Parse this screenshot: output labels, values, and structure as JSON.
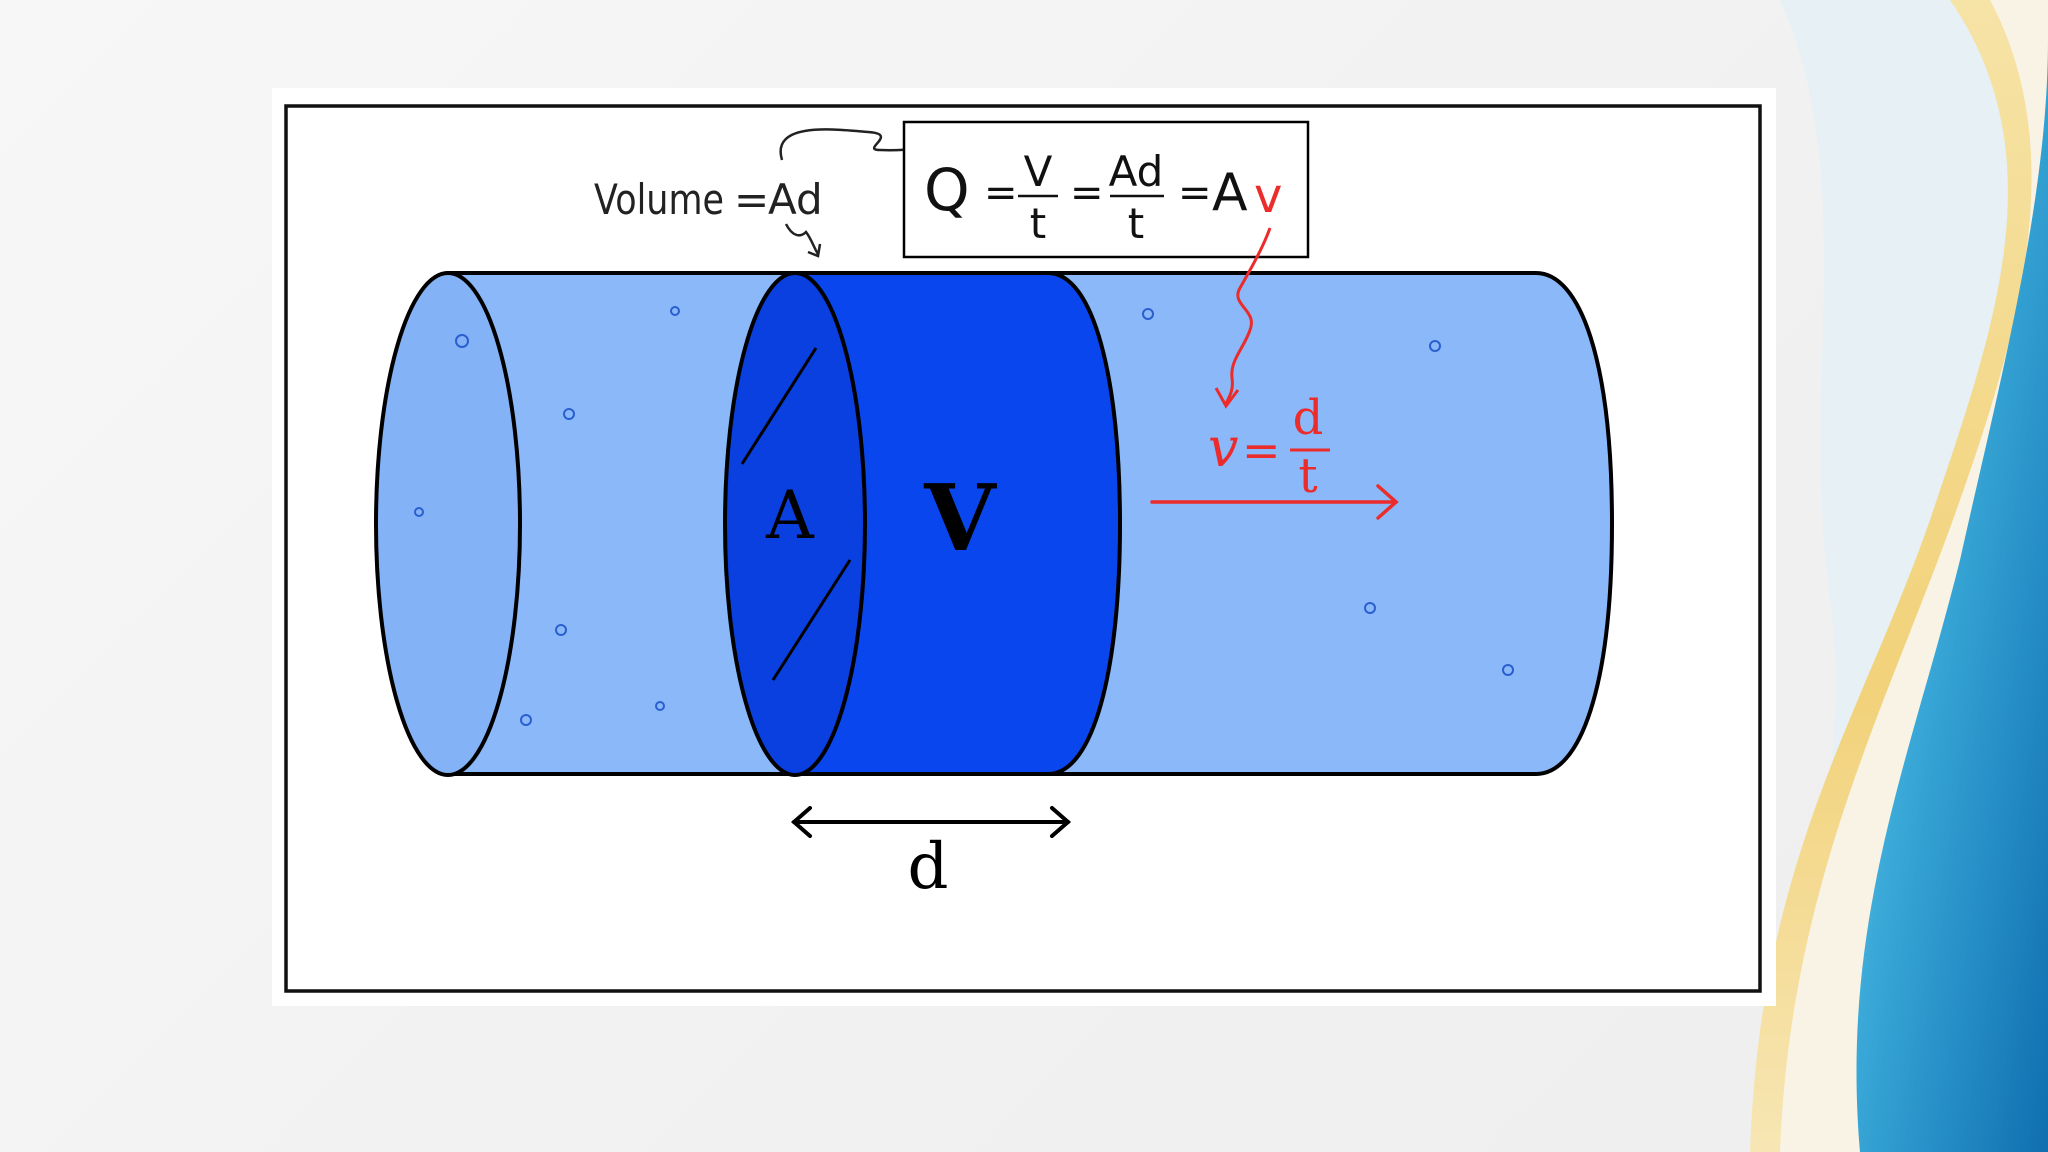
{
  "diagram": {
    "labels": {
      "area": "A",
      "volume": "V",
      "distance": "d"
    },
    "volume_formula": {
      "lhs": "Volume",
      "eq": "=",
      "rhs": "Ad"
    },
    "flow_formula": {
      "q": "Q",
      "eq": "=",
      "v_num": "V",
      "t_den": "t",
      "ad_num": "Ad",
      "t_den2": "t",
      "a": "A",
      "v": "v"
    },
    "velocity_formula": {
      "v": "v",
      "eq": "=",
      "num": "d",
      "den": "t"
    },
    "colors": {
      "pipe_fill": "#8ab8f8",
      "pipe_cap": "#84b2f6",
      "slab_fill": "#0a46ee",
      "slab_face": "#0a3fe0",
      "accent_red": "#ec2b2b",
      "bubble": "#2a5fd0",
      "swoosh_blue": "#1a8fd0",
      "swoosh_yellow": "#f3d98a"
    }
  }
}
